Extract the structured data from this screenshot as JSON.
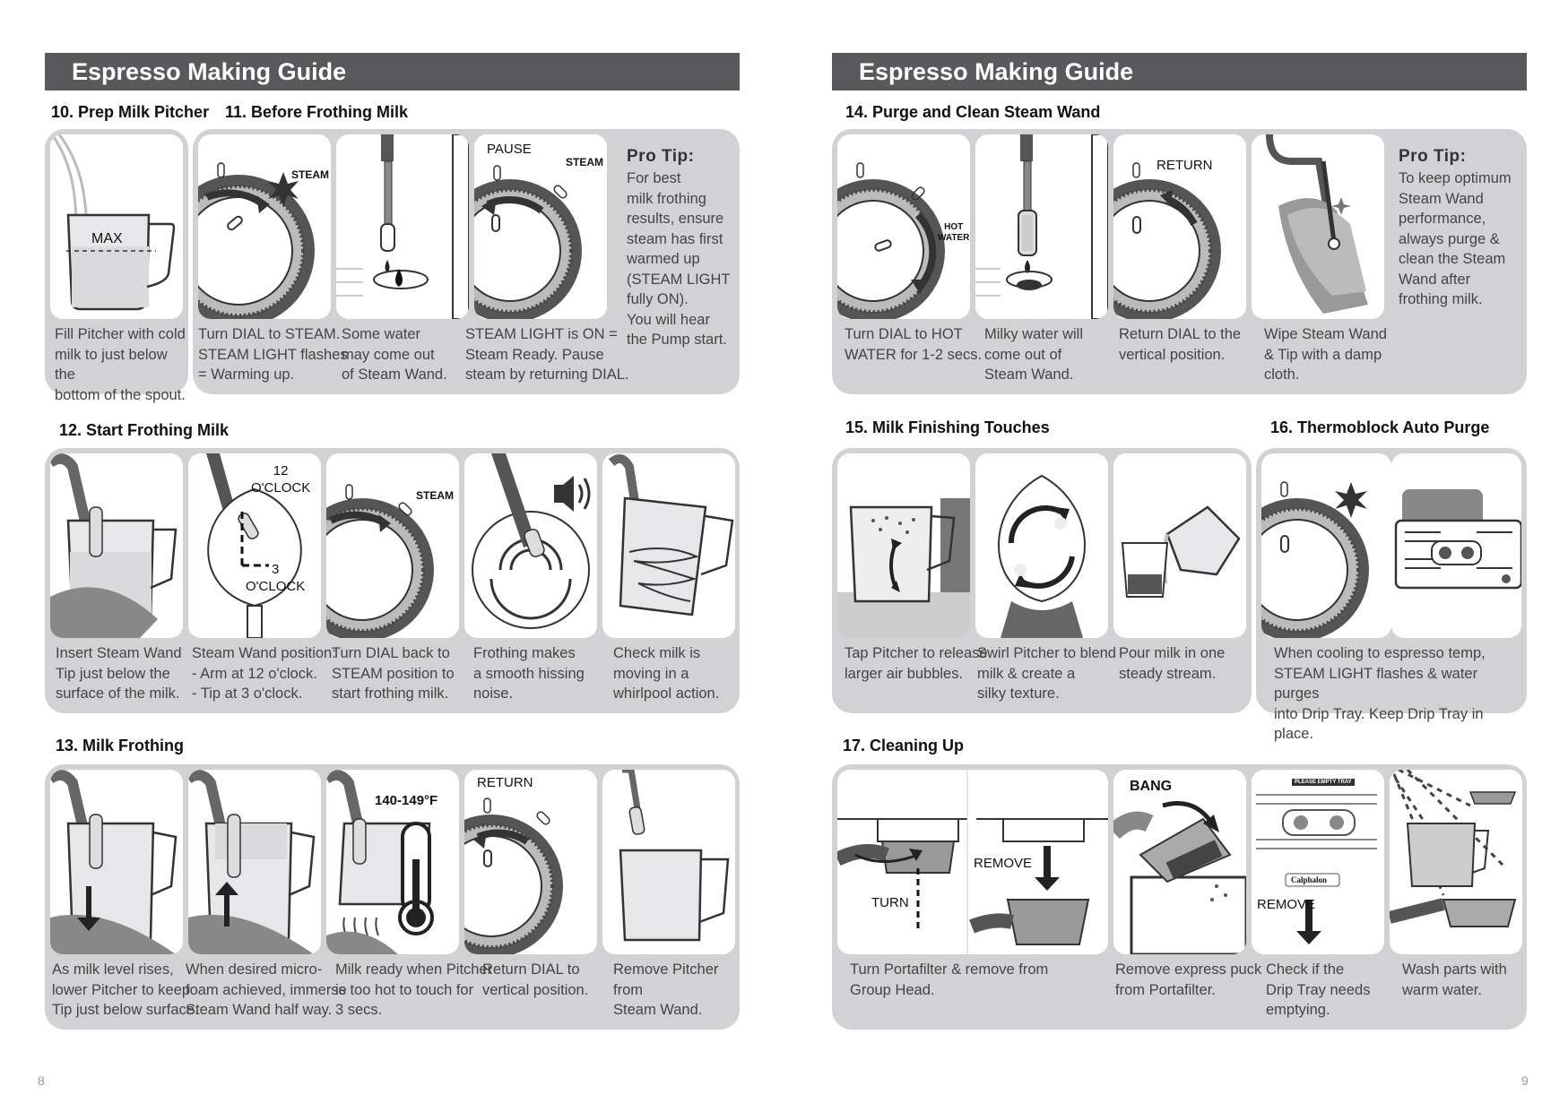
{
  "left_page": {
    "header": "Espresso Making Guide",
    "page_number": "8",
    "step10": {
      "title": "10. Prep Milk Pitcher",
      "panel_label": "MAX",
      "caption": "Fill Pitcher with cold\nmilk to just below the\nbottom of the spout."
    },
    "step11": {
      "title": "11. Before Frothing Milk",
      "panels": [
        {
          "label": "STEAM",
          "caption": "Turn DIAL to STEAM.\nSTEAM LIGHT flashes\n= Warming up."
        },
        {
          "caption": "Some water\nmay come out\nof Steam Wand."
        },
        {
          "label_top": "PAUSE",
          "label": "STEAM",
          "caption": "STEAM LIGHT is ON =\nSteam Ready. Pause\nsteam by returning DIAL."
        }
      ],
      "pro_tip": {
        "title": "Pro Tip:",
        "text": "For best\nmilk frothing\nresults, ensure\nsteam has first\nwarmed up\n(STEAM LIGHT\nfully ON).\nYou will hear\nthe Pump start."
      }
    },
    "step12": {
      "title": "12. Start Frothing Milk",
      "panels": [
        {
          "caption": "Insert Steam Wand\nTip just below the\nsurface of the milk."
        },
        {
          "label_top": "12\nO'CLOCK",
          "label_bottom": "3\nO'CLOCK",
          "caption": "Steam Wand position:\n- Arm at 12 o'clock.\n- Tip at 3 o'clock."
        },
        {
          "label": "STEAM",
          "caption": "Turn DIAL back to\nSTEAM position to\nstart frothing milk."
        },
        {
          "caption": "Frothing makes\na smooth hissing\nnoise."
        },
        {
          "caption": "Check milk is\nmoving in a\nwhirlpool action."
        }
      ]
    },
    "step13": {
      "title": "13. Milk Frothing",
      "panels": [
        {
          "caption": "As milk level rises,\nlower Pitcher to keep\nTip just below surface."
        },
        {
          "caption": "When desired micro-\nfoam achieved, immerse\nSteam Wand half way."
        },
        {
          "label": "140-149°F",
          "caption": "Milk ready when Pitcher\nis too hot to touch for\n3 secs."
        },
        {
          "label": "RETURN",
          "caption": "Return DIAL to\nvertical position."
        },
        {
          "caption": "Remove Pitcher from\nSteam Wand."
        }
      ]
    }
  },
  "right_page": {
    "header": "Espresso Making Guide",
    "page_number": "9",
    "step14": {
      "title": "14. Purge and Clean Steam Wand",
      "panels": [
        {
          "label": "HOT\nWATER",
          "caption": "Turn DIAL to HOT\nWATER for 1-2 secs."
        },
        {
          "caption": "Milky water will\ncome out of\nSteam Wand."
        },
        {
          "label": "RETURN",
          "caption": "Return DIAL to the\nvertical position."
        },
        {
          "caption": "Wipe Steam Wand\n& Tip with a damp\ncloth."
        }
      ],
      "pro_tip": {
        "title": "Pro Tip:",
        "text": "To keep optimum\nSteam Wand\nperformance,\nalways purge &\nclean the Steam\nWand after\nfrothing milk."
      }
    },
    "step15": {
      "title": "15. Milk Finishing Touches",
      "panels": [
        {
          "caption": "Tap Pitcher to release\nlarger air bubbles."
        },
        {
          "caption": "Swirl Pitcher to blend\nmilk & create a\nsilky texture."
        },
        {
          "caption": "Pour milk in one\nsteady stream."
        }
      ]
    },
    "step16": {
      "title": "16. Thermoblock Auto Purge",
      "caption": "When cooling to espresso temp,\nSTEAM LIGHT flashes & water purges\ninto Drip Tray. Keep Drip Tray in place."
    },
    "step17": {
      "title": "17. Cleaning Up",
      "panels": [
        {
          "label": "TURN",
          "label2": "REMOVE",
          "caption": "Turn Portafilter & remove from\nGroup Head."
        },
        {
          "label": "BANG",
          "caption": "Remove express puck\nfrom Portafilter."
        },
        {
          "label_top": "PLEASE EMPTY TRAY",
          "brand": "Calphalon",
          "label": "REMOVE",
          "caption": "Check if the\nDrip Tray needs\nemptying."
        },
        {
          "caption": "Wash parts with\nwarm water."
        }
      ]
    }
  }
}
